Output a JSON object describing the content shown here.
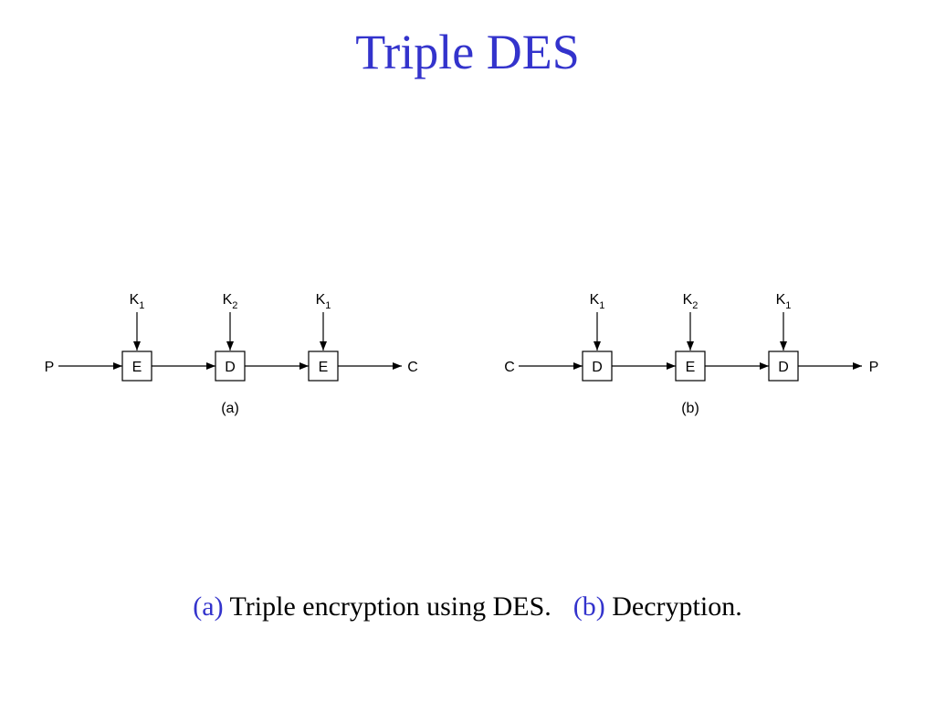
{
  "slide": {
    "title": "Triple DES",
    "accent_color": "#3333cc",
    "caption": {
      "a_label": "(a)",
      "a_text": " Triple encryption using DES.",
      "b_label": "(b)",
      "b_text": " Decryption."
    }
  },
  "diagram_a": {
    "input": "P",
    "output": "C",
    "label": "(a)",
    "stages": [
      {
        "op": "E",
        "key": "K",
        "key_sub": "1"
      },
      {
        "op": "D",
        "key": "K",
        "key_sub": "2"
      },
      {
        "op": "E",
        "key": "K",
        "key_sub": "1"
      }
    ]
  },
  "diagram_b": {
    "input": "C",
    "output": "P",
    "label": "(b)",
    "stages": [
      {
        "op": "D",
        "key": "K",
        "key_sub": "1"
      },
      {
        "op": "E",
        "key": "K",
        "key_sub": "2"
      },
      {
        "op": "D",
        "key": "K",
        "key_sub": "1"
      }
    ]
  }
}
